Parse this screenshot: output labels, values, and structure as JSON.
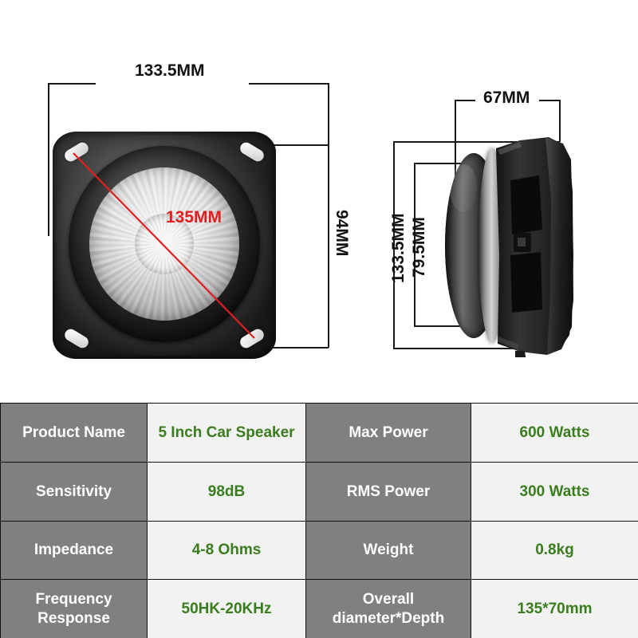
{
  "diagrams": {
    "front_view": {
      "name": "front-view-speaker",
      "width_label": "133.5MM",
      "height_label": "94MM",
      "diagonal_label": "135MM"
    },
    "side_view": {
      "name": "side-view-speaker",
      "depth_label": "67MM",
      "outer_diameter_label": "133.5MM",
      "inner_diameter_label": "79.5MM"
    }
  },
  "colors": {
    "header_gray": "#808080",
    "value_green": "#3a7d1e",
    "value_bg": "#f2f2f2",
    "diagonal_red": "#e02020",
    "dimension_line": "#1a1a1a"
  },
  "spec_table": {
    "rows": [
      {
        "key1": "Product Name",
        "val1": "5 Inch Car Speaker",
        "key2": "Max Power",
        "val2": "600 Watts"
      },
      {
        "key1": "Sensitivity",
        "val1": "98dB",
        "key2": "RMS Power",
        "val2": "300 Watts"
      },
      {
        "key1": "Impedance",
        "val1": "4-8 Ohms",
        "key2": "Weight",
        "val2": "0.8kg"
      },
      {
        "key1": "Frequency Response",
        "val1": "50HK-20KHz",
        "key2": "Overall diameter*Depth",
        "val2": "135*70mm"
      }
    ]
  }
}
